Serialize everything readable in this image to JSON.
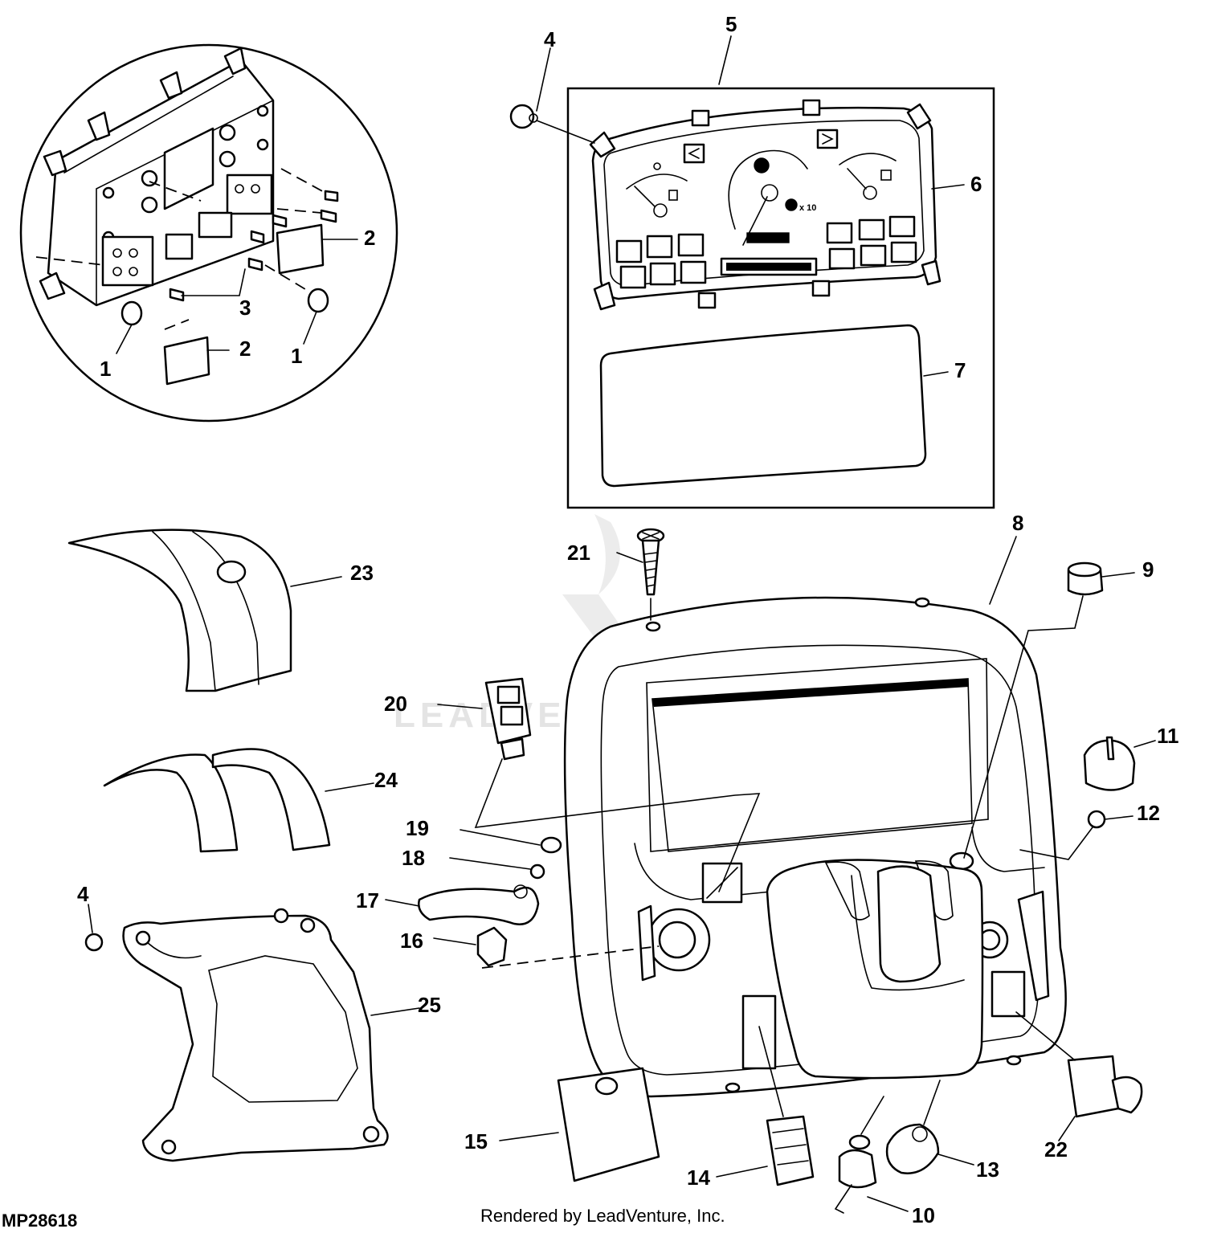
{
  "callouts": [
    {
      "id": "c1a",
      "text": "1"
    },
    {
      "id": "c1b",
      "text": "1"
    },
    {
      "id": "c2a",
      "text": "2"
    },
    {
      "id": "c2b",
      "text": "2"
    },
    {
      "id": "c3",
      "text": "3"
    },
    {
      "id": "c4a",
      "text": "4"
    },
    {
      "id": "c4b",
      "text": "4"
    },
    {
      "id": "c5",
      "text": "5"
    },
    {
      "id": "c6",
      "text": "6"
    },
    {
      "id": "c7",
      "text": "7"
    },
    {
      "id": "c8",
      "text": "8"
    },
    {
      "id": "c9",
      "text": "9"
    },
    {
      "id": "c10",
      "text": "10"
    },
    {
      "id": "c11",
      "text": "11"
    },
    {
      "id": "c12",
      "text": "12"
    },
    {
      "id": "c13",
      "text": "13"
    },
    {
      "id": "c14",
      "text": "14"
    },
    {
      "id": "c15",
      "text": "15"
    },
    {
      "id": "c16",
      "text": "16"
    },
    {
      "id": "c17",
      "text": "17"
    },
    {
      "id": "c18",
      "text": "18"
    },
    {
      "id": "c19",
      "text": "19"
    },
    {
      "id": "c20",
      "text": "20"
    },
    {
      "id": "c21",
      "text": "21"
    },
    {
      "id": "c22",
      "text": "22"
    },
    {
      "id": "c23",
      "text": "23"
    },
    {
      "id": "c24",
      "text": "24"
    },
    {
      "id": "c25",
      "text": "25"
    }
  ],
  "footer": {
    "drawing_code": "MP28618",
    "credit": "Rendered by LeadVenture, Inc."
  },
  "watermark": {
    "text": "LEADVENTURE"
  },
  "gauge": {
    "multiplier": "x 10"
  }
}
